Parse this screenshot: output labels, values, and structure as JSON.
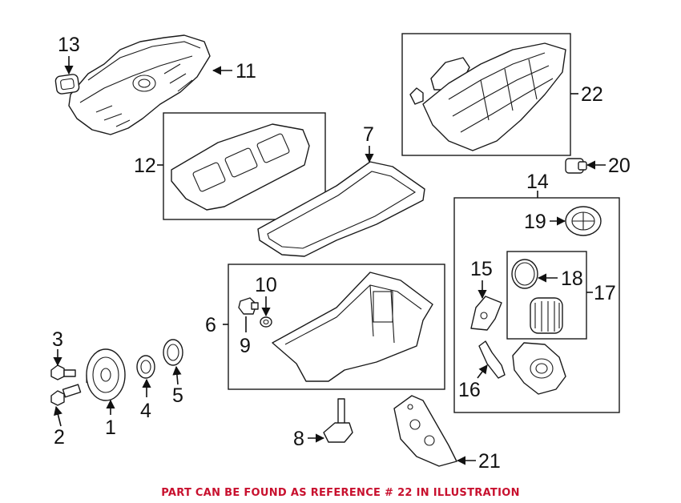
{
  "callouts": {
    "c1": "1",
    "c2": "2",
    "c3": "3",
    "c4": "4",
    "c5": "5",
    "c6": "6",
    "c7": "7",
    "c8": "8",
    "c9": "9",
    "c10": "10",
    "c11": "11",
    "c12": "12",
    "c13": "13",
    "c14": "14",
    "c15": "15",
    "c16": "16",
    "c17": "17",
    "c18": "18",
    "c19": "19",
    "c20": "20",
    "c21": "21",
    "c22": "22"
  },
  "footer_note": "PART CAN BE FOUND AS REFERENCE # 22 IN ILLUSTRATION",
  "colors": {
    "note_red": "#c8102e",
    "line": "#1a1a1a"
  }
}
